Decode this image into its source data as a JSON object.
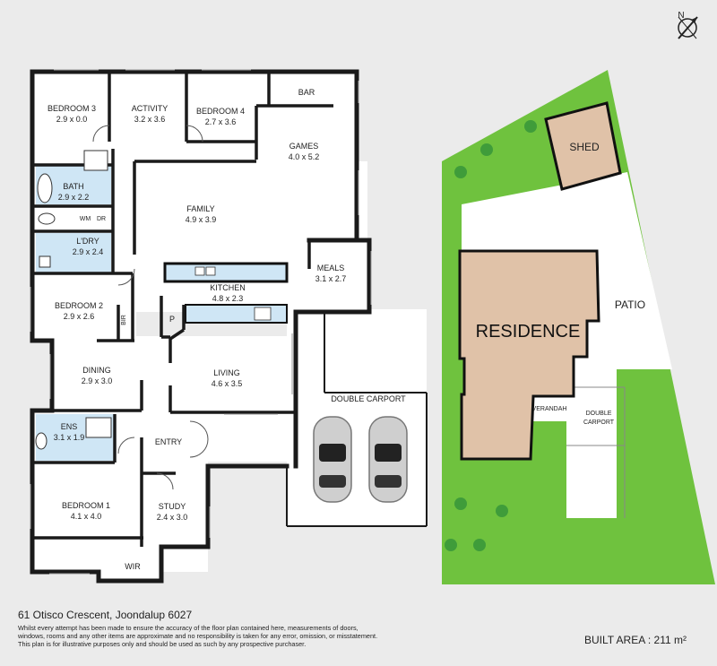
{
  "plan": {
    "rooms": {
      "bedroom3": {
        "name": "BEDROOM 3",
        "dims": "2.9 x 0.0"
      },
      "activity": {
        "name": "ACTIVITY",
        "dims": "3.2 x 3.6"
      },
      "bedroom4": {
        "name": "BEDROOM 4",
        "dims": "2.7 x 3.6"
      },
      "bar": {
        "name": "BAR"
      },
      "games": {
        "name": "GAMES",
        "dims": "4.0 x 5.2"
      },
      "bath": {
        "name": "BATH",
        "dims": "2.9 x 2.2"
      },
      "wm": {
        "name": "WM"
      },
      "dr": {
        "name": "DR"
      },
      "family": {
        "name": "FAMILY",
        "dims": "4.9 x 3.9"
      },
      "ldry": {
        "name": "L'DRY",
        "dims": "2.9 x 2.4"
      },
      "meals": {
        "name": "MEALS",
        "dims": "3.1 x 2.7"
      },
      "kitchen": {
        "name": "KITCHEN",
        "dims": "4.8 x 2.3"
      },
      "bedroom2": {
        "name": "BEDROOM 2",
        "dims": "2.9 x 2.6"
      },
      "bir": {
        "name": "BIR"
      },
      "pantry": {
        "name": "P"
      },
      "dining": {
        "name": "DINING",
        "dims": "2.9 x 3.0"
      },
      "living": {
        "name": "LIVING",
        "dims": "4.6 x 3.5"
      },
      "carport": {
        "name": "DOUBLE CARPORT"
      },
      "ens": {
        "name": "ENS",
        "dims": "3.1 x 1.9"
      },
      "entry": {
        "name": "ENTRY"
      },
      "bedroom1": {
        "name": "BEDROOM 1",
        "dims": "4.1 x 4.0"
      },
      "study": {
        "name": "STUDY",
        "dims": "2.4 x 3.0"
      },
      "wir": {
        "name": "WIR"
      }
    },
    "colors": {
      "wall": "#1a1a1a",
      "floor": "#ffffff",
      "wet_area": "#cfe6f5",
      "background": "#ebebeb"
    }
  },
  "site": {
    "shed": "SHED",
    "residence": "RESIDENCE",
    "patio": "PATIO",
    "verandah": "VERANDAH",
    "carport_line1": "DOUBLE",
    "carport_line2": "CARPORT",
    "colors": {
      "lawn": "#6fc23e",
      "residence": "#e0c2a8",
      "shed": "#e0c2a8",
      "tree": "#3f9c3a"
    }
  },
  "compass": {
    "label": "N"
  },
  "footer": {
    "address": "61 Otisco Crescent, Joondalup 6027",
    "disclaimer_1": "Whilst every attempt has been made to ensure the accuracy of the floor plan contained here, measurements of doors,",
    "disclaimer_2": "windows, rooms and any other items are approximate and no responsibility is taken for any error, omission, or misstatement.",
    "disclaimer_3": "This plan is for illustrative purposes only and should be used as such by any prospective purchaser.",
    "built_area": "BUILT AREA :  211 m²"
  }
}
